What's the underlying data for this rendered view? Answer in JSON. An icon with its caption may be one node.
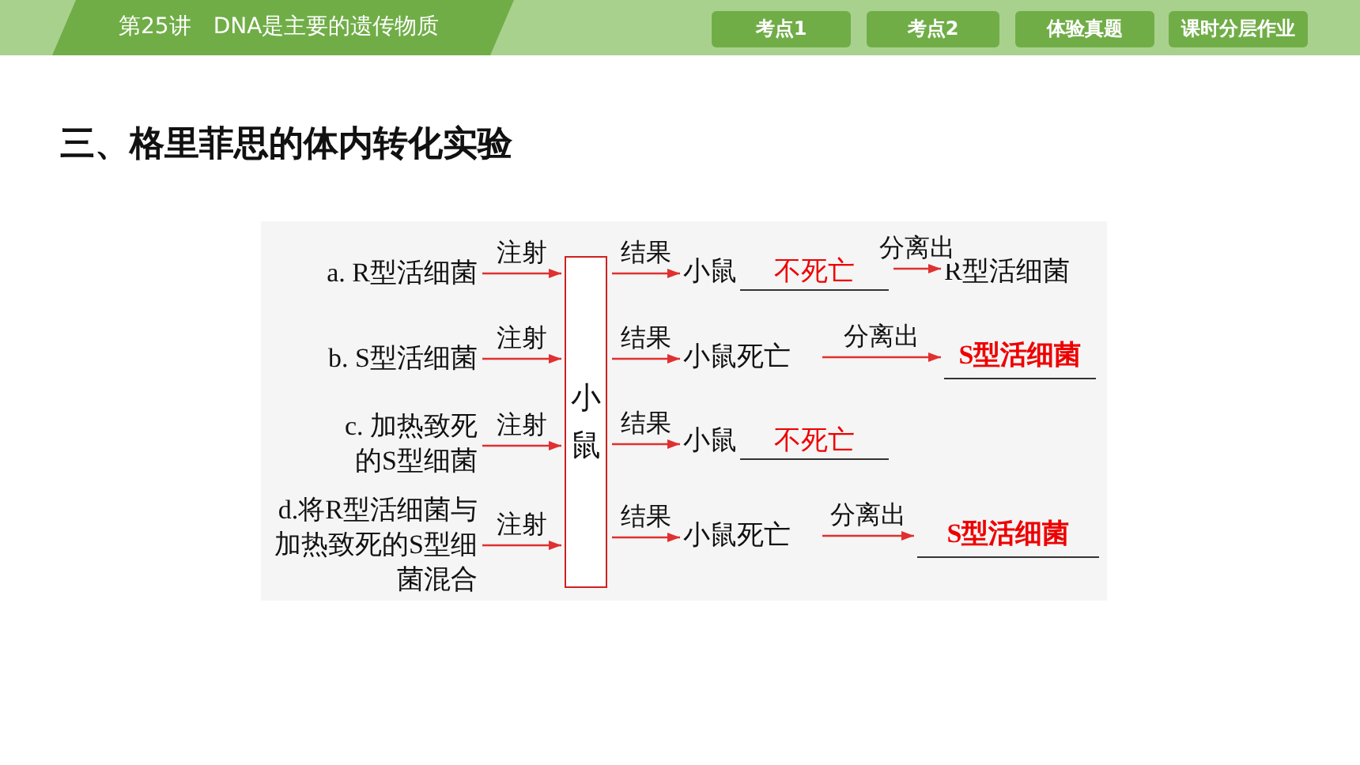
{
  "diagram": {
    "title": "三、格里菲思的体内转化实验",
    "nodes": [
      {
        "text": [
          "a. R型活细菌"
        ]
      },
      {
        "text": [
          "b. S型活细菌"
        ]
      },
      {
        "text": [
          "c. 加热致死的S型细菌"
        ]
      },
      {
        "text": [
          "d.将R型活细菌与加热致死的S型细菌混合"
        ]
      },
      {
        "text": [
          "小鼠"
        ]
      },
      {
        "text": [
          "小鼠",
          "不死亡"
        ]
      },
      {
        "text": [
          "小鼠死亡"
        ]
      },
      {
        "text": [
          "小鼠",
          "不死亡"
        ]
      },
      {
        "text": [
          "小鼠死亡"
        ]
      },
      {
        "text": [
          "R型活细菌"
        ]
      },
      {
        "text": [
          "S型活细菌"
        ]
      },
      {
        "text": [
          "S型活细菌"
        ]
      }
    ],
    "edges": [
      {
        "from": 0,
        "to": 4,
        "arrow": "to",
        "label": "注射"
      },
      {
        "from": 1,
        "to": 4,
        "arrow": "to",
        "label": "注射"
      },
      {
        "from": 2,
        "to": 4,
        "arrow": "to",
        "label": "注射"
      },
      {
        "from": 3,
        "to": 4,
        "arrow": "to",
        "label": "注射"
      },
      {
        "from": 4,
        "to": 5,
        "arrow": "to",
        "label": "结果"
      },
      {
        "from": 4,
        "to": 6,
        "arrow": "to",
        "label": "结果"
      },
      {
        "from": 4,
        "to": 7,
        "arrow": "to",
        "label": "结果"
      },
      {
        "from": 4,
        "to": 8,
        "arrow": "to",
        "label": "结果"
      },
      {
        "from": 5,
        "to": 9,
        "arrow": "to",
        "label": "分离出"
      },
      {
        "from": 6,
        "to": 10,
        "arrow": "to",
        "label": "分离出"
      },
      {
        "from": 8,
        "to": 11,
        "arrow": "to",
        "label": "分离出"
      }
    ],
    "labels": [
      "第25讲　DNA是主要的遗传物质",
      "考点1",
      "考点2",
      "体验真题",
      "课时分层作业"
    ]
  }
}
